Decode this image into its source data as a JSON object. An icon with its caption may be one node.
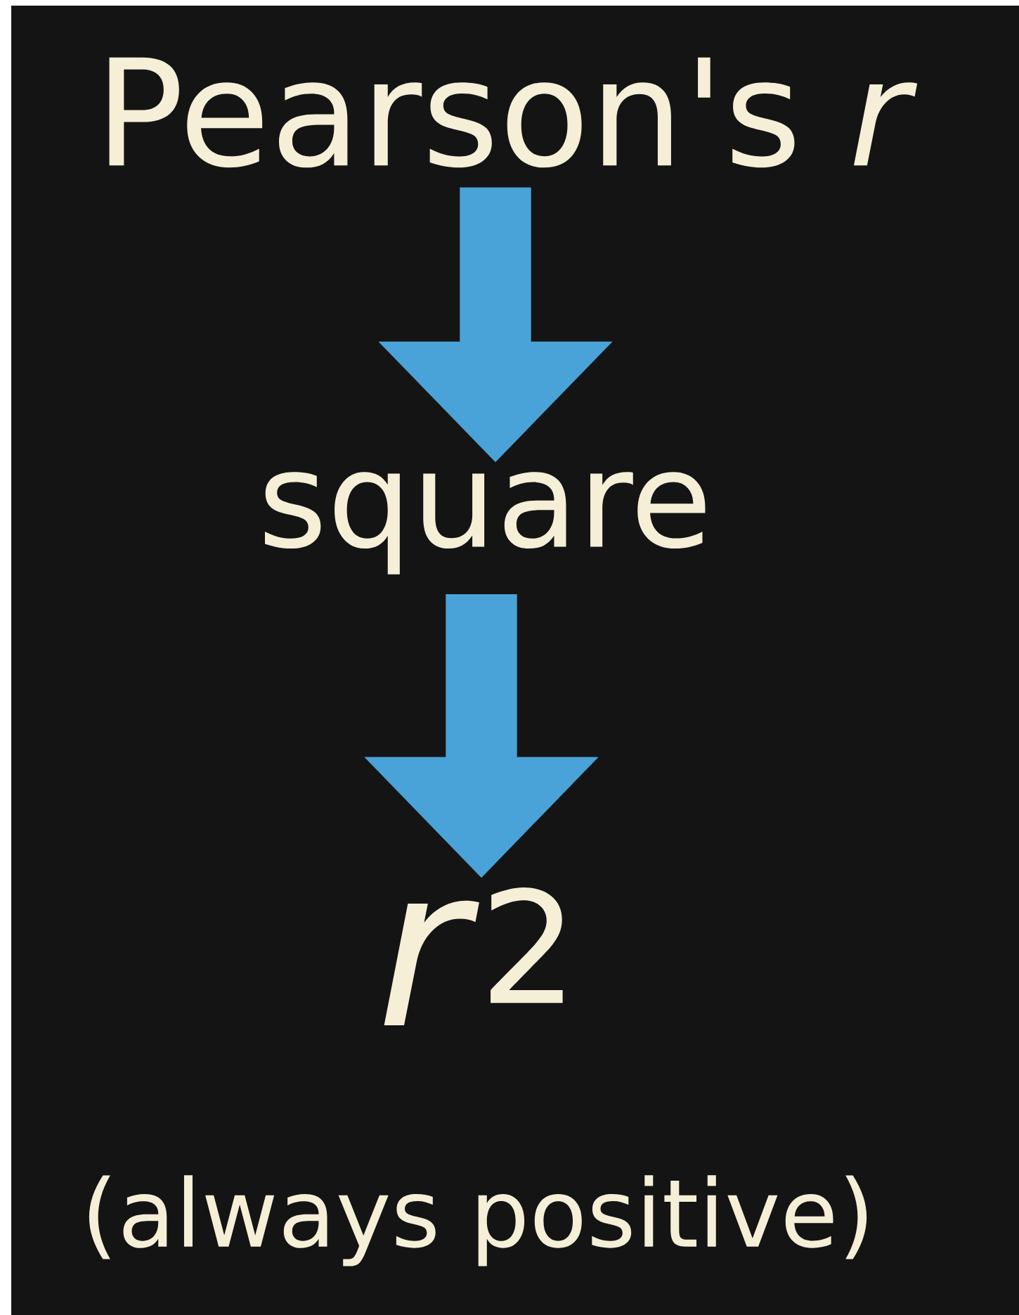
{
  "diagram": {
    "nodes": [
      {
        "text": [
          "Pearson's *r*"
        ]
      },
      {
        "text": [
          "square"
        ]
      },
      {
        "text": [
          "*r*$^{2}$"
        ],
        "beside": [
          "(always positive)"
        ]
      }
    ],
    "edges": [
      {
        "from": 0,
        "to": 1,
        "arrow": "to"
      },
      {
        "from": 1,
        "to": 2,
        "arrow": "to"
      }
    ]
  }
}
